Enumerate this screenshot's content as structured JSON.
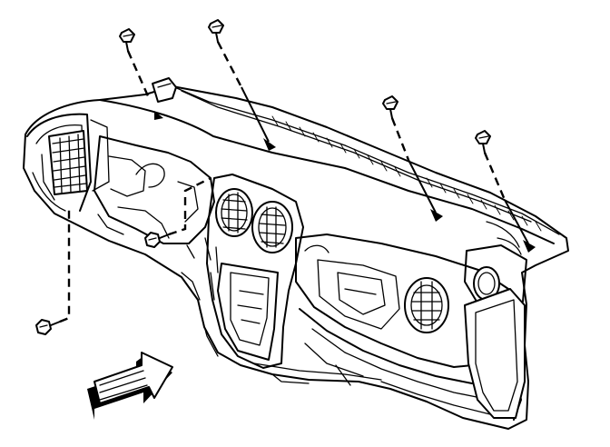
{
  "figure": {
    "subject": "instrument-panel-carrier",
    "fasteners": [
      {
        "name": "bolt-top-left"
      },
      {
        "name": "bolt-top-center"
      },
      {
        "name": "bolt-top-right"
      },
      {
        "name": "bolt-right"
      },
      {
        "name": "bolt-left-middle"
      },
      {
        "name": "bolt-left-lower"
      }
    ],
    "direction_arrow": "front-of-vehicle-arrow",
    "colors": {
      "line": "#000000",
      "background": "#ffffff"
    }
  }
}
